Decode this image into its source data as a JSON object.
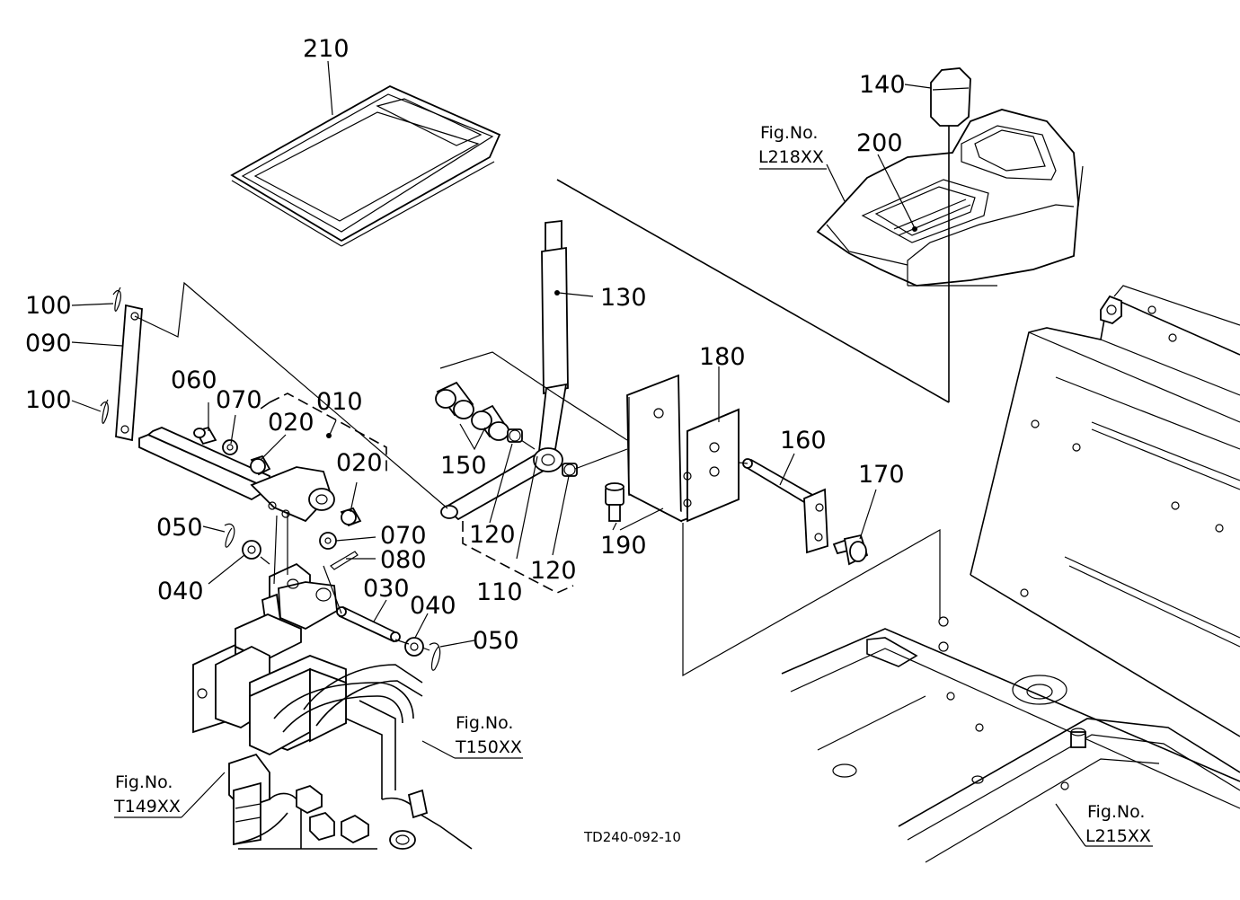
{
  "diagram_code": "TD240-092-10",
  "part_labels": {
    "p210": "210",
    "p140": "140",
    "p200": "200",
    "p130": "130",
    "p180": "180",
    "p160": "160",
    "p170": "170",
    "p190": "190",
    "p150": "150",
    "p120a": "120",
    "p120b": "120",
    "p110": "110",
    "p010": "010",
    "p020a": "020",
    "p020b": "020",
    "p060": "060",
    "p070a": "070",
    "p070b": "070",
    "p080": "080",
    "p090": "090",
    "p100a": "100",
    "p100b": "100",
    "p050a": "050",
    "p050b": "050",
    "p040a": "040",
    "p040b": "040",
    "p030": "030"
  },
  "figure_refs": {
    "l218": {
      "line1": "Fig.No.",
      "line2": "L218XX"
    },
    "t150": {
      "line1": "Fig.No.",
      "line2": "T150XX"
    },
    "t149": {
      "line1": "Fig.No.",
      "line2": "T149XX"
    },
    "l215": {
      "line1": "Fig.No.",
      "line2": "L215XX"
    }
  }
}
